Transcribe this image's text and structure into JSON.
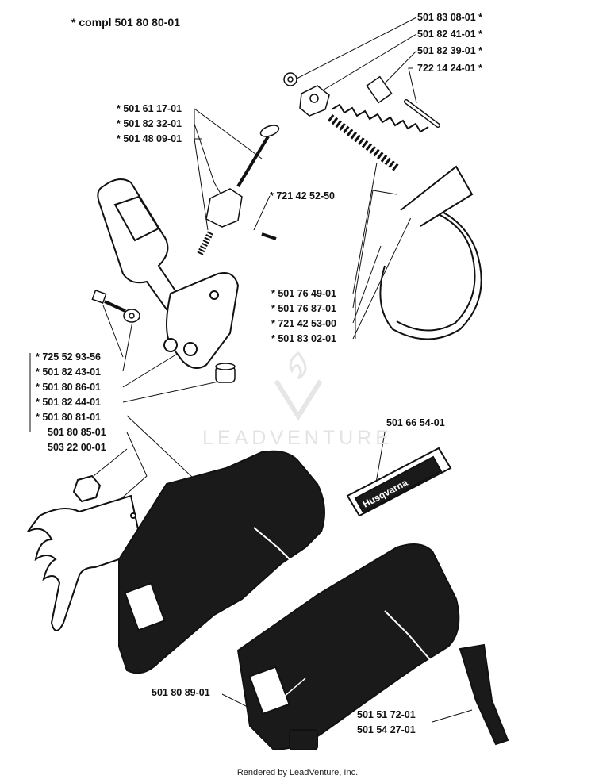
{
  "header": {
    "title": "* compl 501 80 80-01"
  },
  "watermark": {
    "text": "LEADVENTURE"
  },
  "footer": {
    "text": "Rendered by LeadVenture, Inc."
  },
  "callouts": {
    "c1": "501 83 08-01 *",
    "c2": "501 82 41-01 *",
    "c3": "501 82 39-01 *",
    "c4": "722 14 24-01 *",
    "c5": "* 501 61 17-01",
    "c6": "* 501 82 32-01",
    "c7": "* 501 48 09-01",
    "c8": "* 721 42 52-50",
    "c9": "* 501 76 49-01",
    "c10": "* 501 76 87-01",
    "c11": "* 721 42 53-00",
    "c12": "* 501 83 02-01",
    "c13": "* 725 52 93-56",
    "c14": "* 501 82 43-01",
    "c15": "* 501 80 86-01",
    "c16": "* 501 82 44-01",
    "c17": "* 501 80 81-01",
    "c18": "501 80 85-01",
    "c19": "503 22 00-01",
    "c20": "501 66 54-01",
    "c21": "501 80 89-01",
    "c22": "501 51 72-01",
    "c23": "501 54 27-01"
  },
  "decal": {
    "brand": "Husqvarna"
  }
}
